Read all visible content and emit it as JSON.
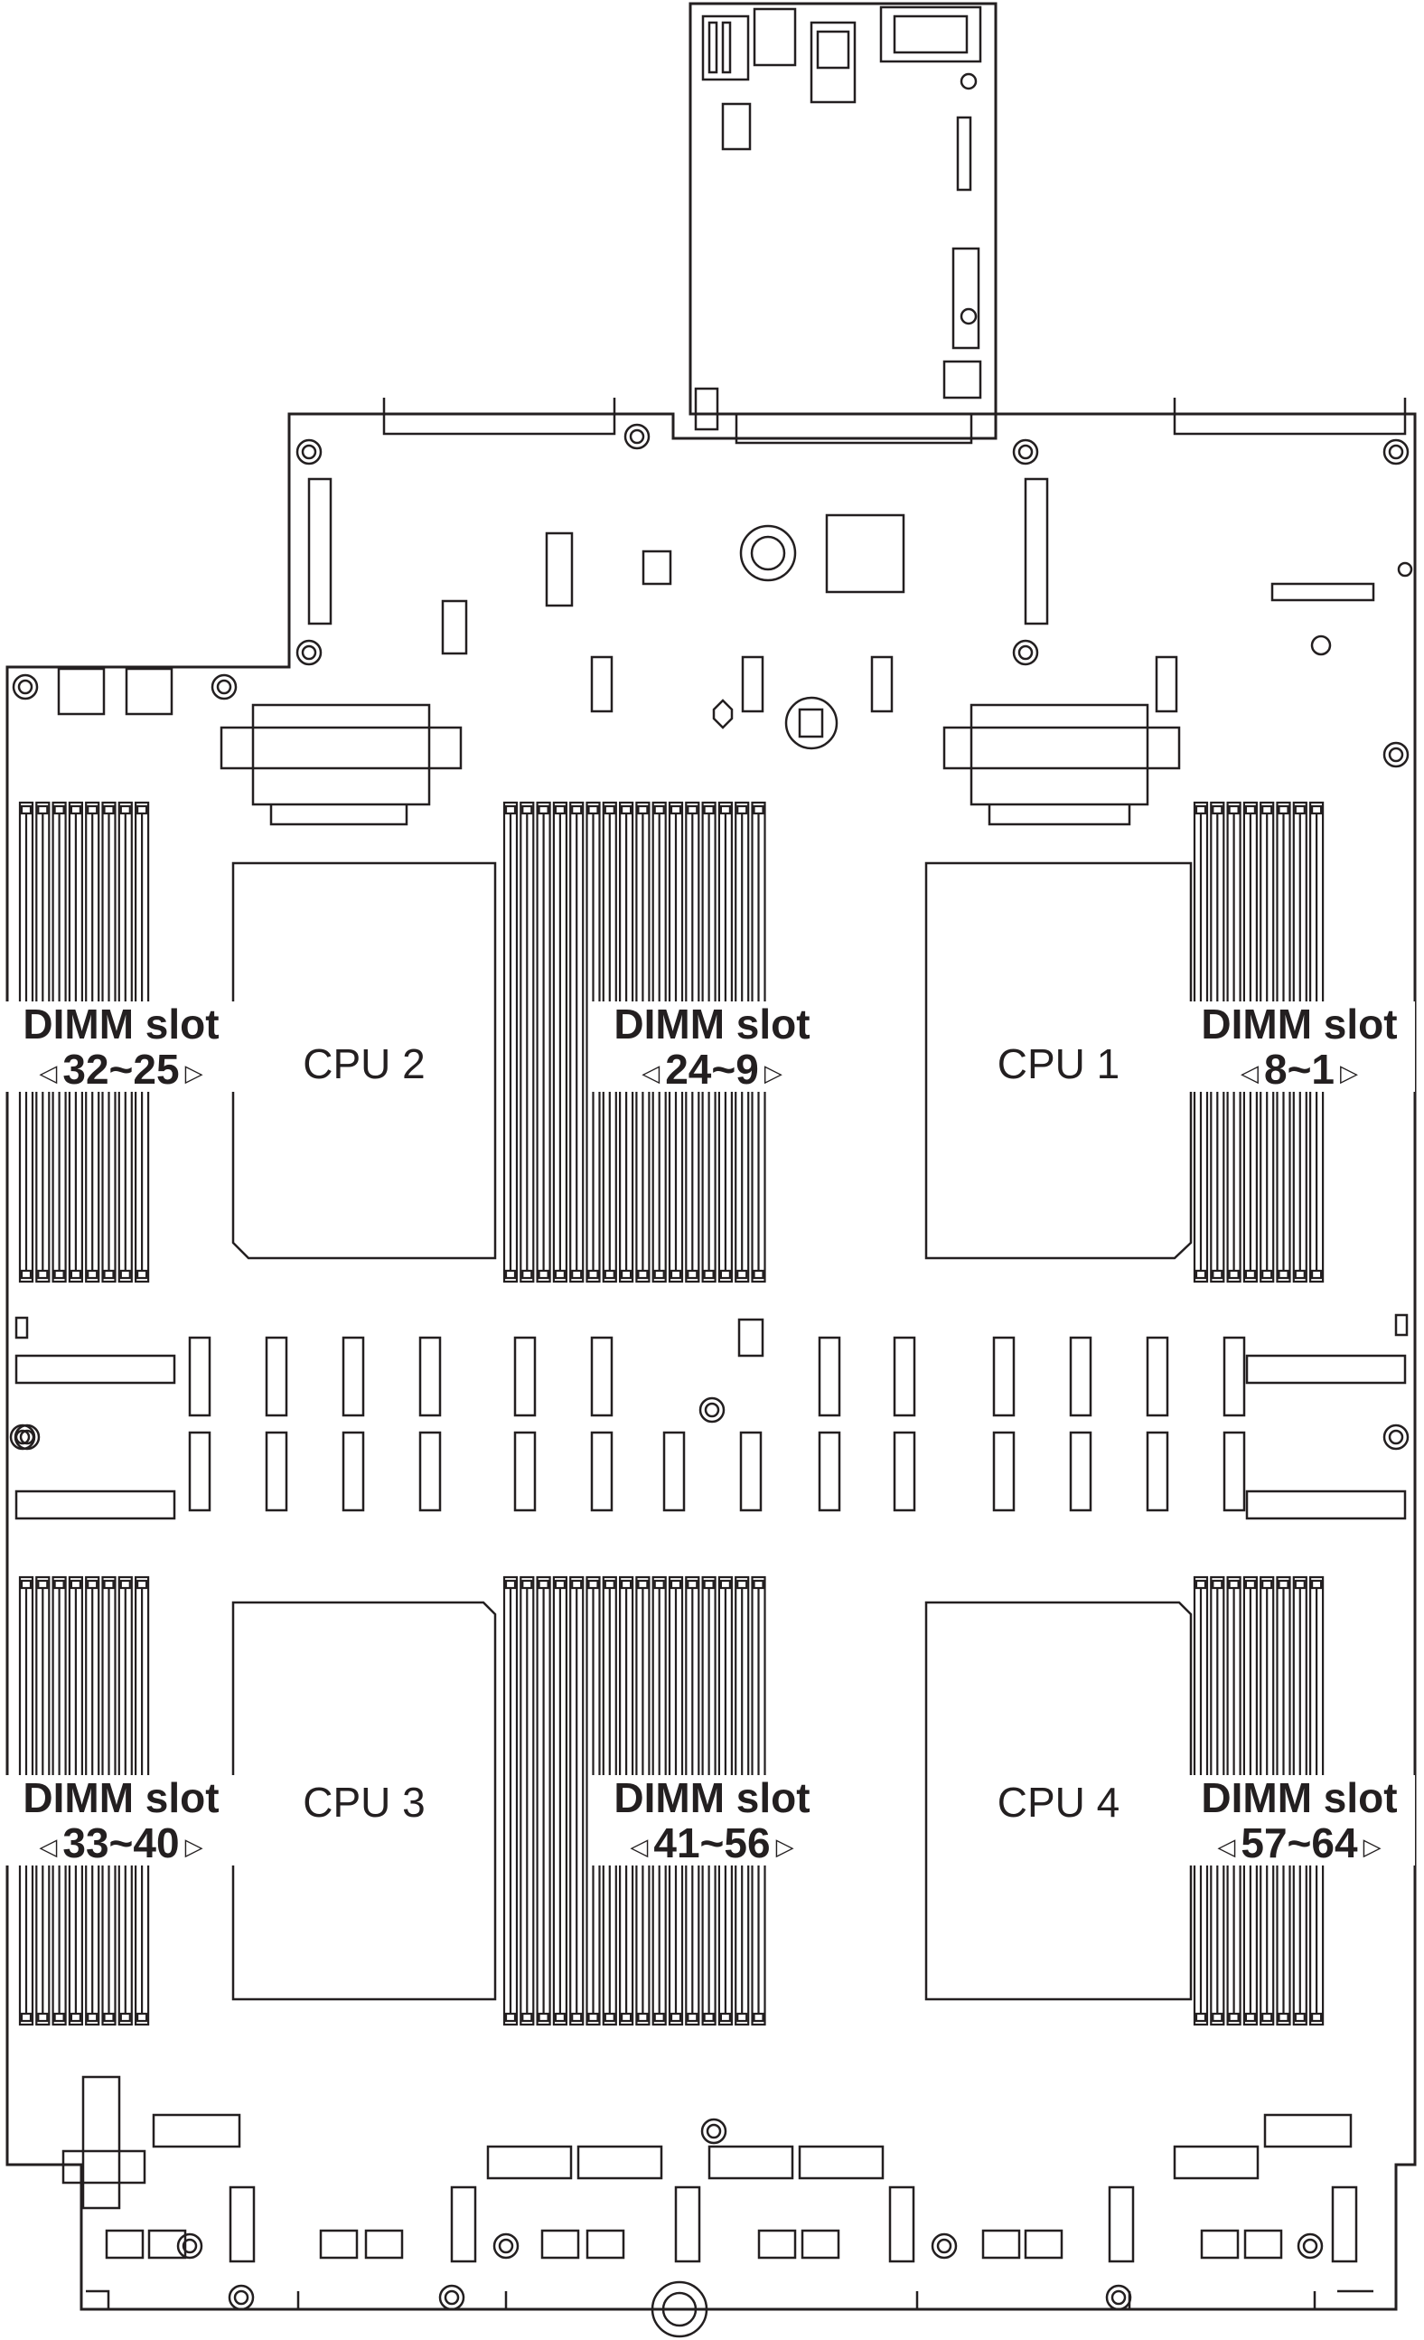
{
  "dimm_groups": [
    {
      "id": "g1",
      "title": "DIMM slot",
      "range": "32~25",
      "arrow_left": "◁",
      "arrow_right": "▷"
    },
    {
      "id": "g2",
      "title": "DIMM slot",
      "range": "24~9",
      "arrow_left": "◁",
      "arrow_right": "▷"
    },
    {
      "id": "g3",
      "title": "DIMM slot",
      "range": "8~1",
      "arrow_left": "◁",
      "arrow_right": "▷"
    },
    {
      "id": "g4",
      "title": "DIMM slot",
      "range": "33~40",
      "arrow_left": "◁",
      "arrow_right": "▷"
    },
    {
      "id": "g5",
      "title": "DIMM slot",
      "range": "41~56",
      "arrow_left": "◁",
      "arrow_right": "▷"
    },
    {
      "id": "g6",
      "title": "DIMM slot",
      "range": "57~64",
      "arrow_left": "◁",
      "arrow_right": "▷"
    }
  ],
  "cpus": [
    {
      "id": "cpu2",
      "label": "CPU 2"
    },
    {
      "id": "cpu1",
      "label": "CPU 1"
    },
    {
      "id": "cpu3",
      "label": "CPU 3"
    },
    {
      "id": "cpu4",
      "label": "CPU 4"
    }
  ],
  "colors": {
    "line": "#231f20",
    "background": "#ffffff"
  }
}
